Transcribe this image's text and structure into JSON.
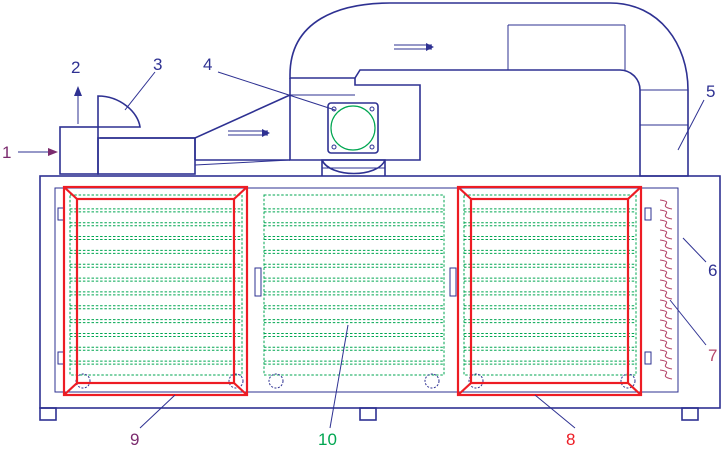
{
  "labels": {
    "l1": "1",
    "l2": "2",
    "l3": "3",
    "l4": "4",
    "l5": "5",
    "l6": "6",
    "l7": "7",
    "l8": "8",
    "l9": "9",
    "l10": "10"
  },
  "colors": {
    "outline": "#2e3192",
    "frame": "#ed1c24",
    "tray": "#00a651",
    "heater": "#b5476b",
    "label_default": "#2e3192",
    "label_inlet": "#7b2b6e",
    "label_heater": "#b5476b",
    "label_frame_left": "#7b2b6e",
    "label_frame_right": "#ed1c24",
    "label_center": "#00a651"
  }
}
